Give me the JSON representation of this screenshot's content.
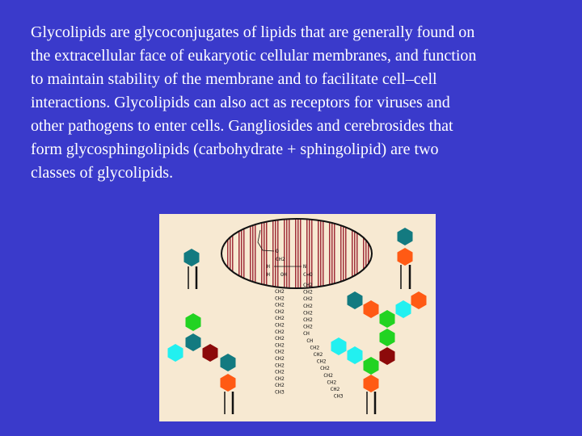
{
  "slide": {
    "lines": [
      "Glycolipids are glycoconjugates of lipids that are generally found on",
      "the extracellular face of eukaryotic cellular membranes, and function",
      "to maintain stability of the membrane and to facilitate cell–cell",
      "interactions. Glycolipids can also act as receptors for viruses and",
      "other pathogens to enter cells. Gangliosides and cerebrosides that",
      "form glycosphingolipids (carbohydrate + sphingolipid) are two",
      "classes of glycolipids."
    ]
  },
  "figure": {
    "colors": {
      "teal": "#137a80",
      "orange": "#ff5a14",
      "green": "#22d322",
      "cyan": "#22f0f0",
      "darkred": "#8c0a0a",
      "background": "#f7e9d2",
      "stripe": "#a0303a"
    },
    "chain_left": [
      "CH2",
      "CH2",
      "CH2",
      "CH2",
      "CH2",
      "CH2",
      "CH2",
      "CH2",
      "CH2",
      "CH2",
      "CH2",
      "CH2",
      "CH2",
      "CH2",
      "CH2",
      "CH3"
    ],
    "chain_right": [
      "CH2",
      "CH2",
      "CH2",
      "CH2",
      "CH2",
      "CH2",
      "CH2",
      "CH",
      "CH",
      "CH2",
      "CH2",
      "CH2",
      "CH2",
      "CH2",
      "CH2",
      "CH2",
      "CH3"
    ],
    "head_labels": [
      "O",
      "CH2",
      "H",
      "N",
      "H",
      "OH",
      "C=O"
    ]
  }
}
